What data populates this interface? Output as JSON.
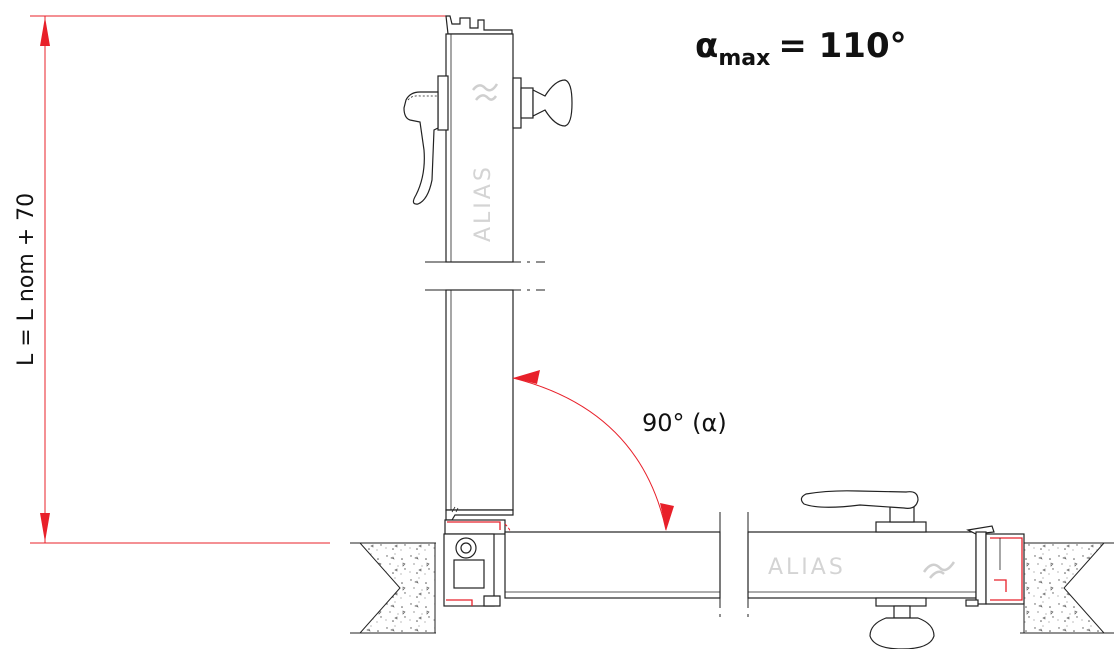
{
  "diagram": {
    "title": {
      "symbol": "α",
      "subscript": "max",
      "value": "= 110°"
    },
    "height_dimension_label": "L = L nom + 70",
    "angle_label": "90° (α)",
    "brand_vertical": "ALIAS",
    "brand_horizontal": "ALIAS",
    "colors": {
      "dimension": "#e8202a",
      "outline": "#222222",
      "brand": "#d4d4d4",
      "text": "#111111"
    },
    "icons": [
      "brand-logo-icon",
      "lever-handle-icon",
      "knob-icon",
      "concrete-hatch"
    ]
  }
}
